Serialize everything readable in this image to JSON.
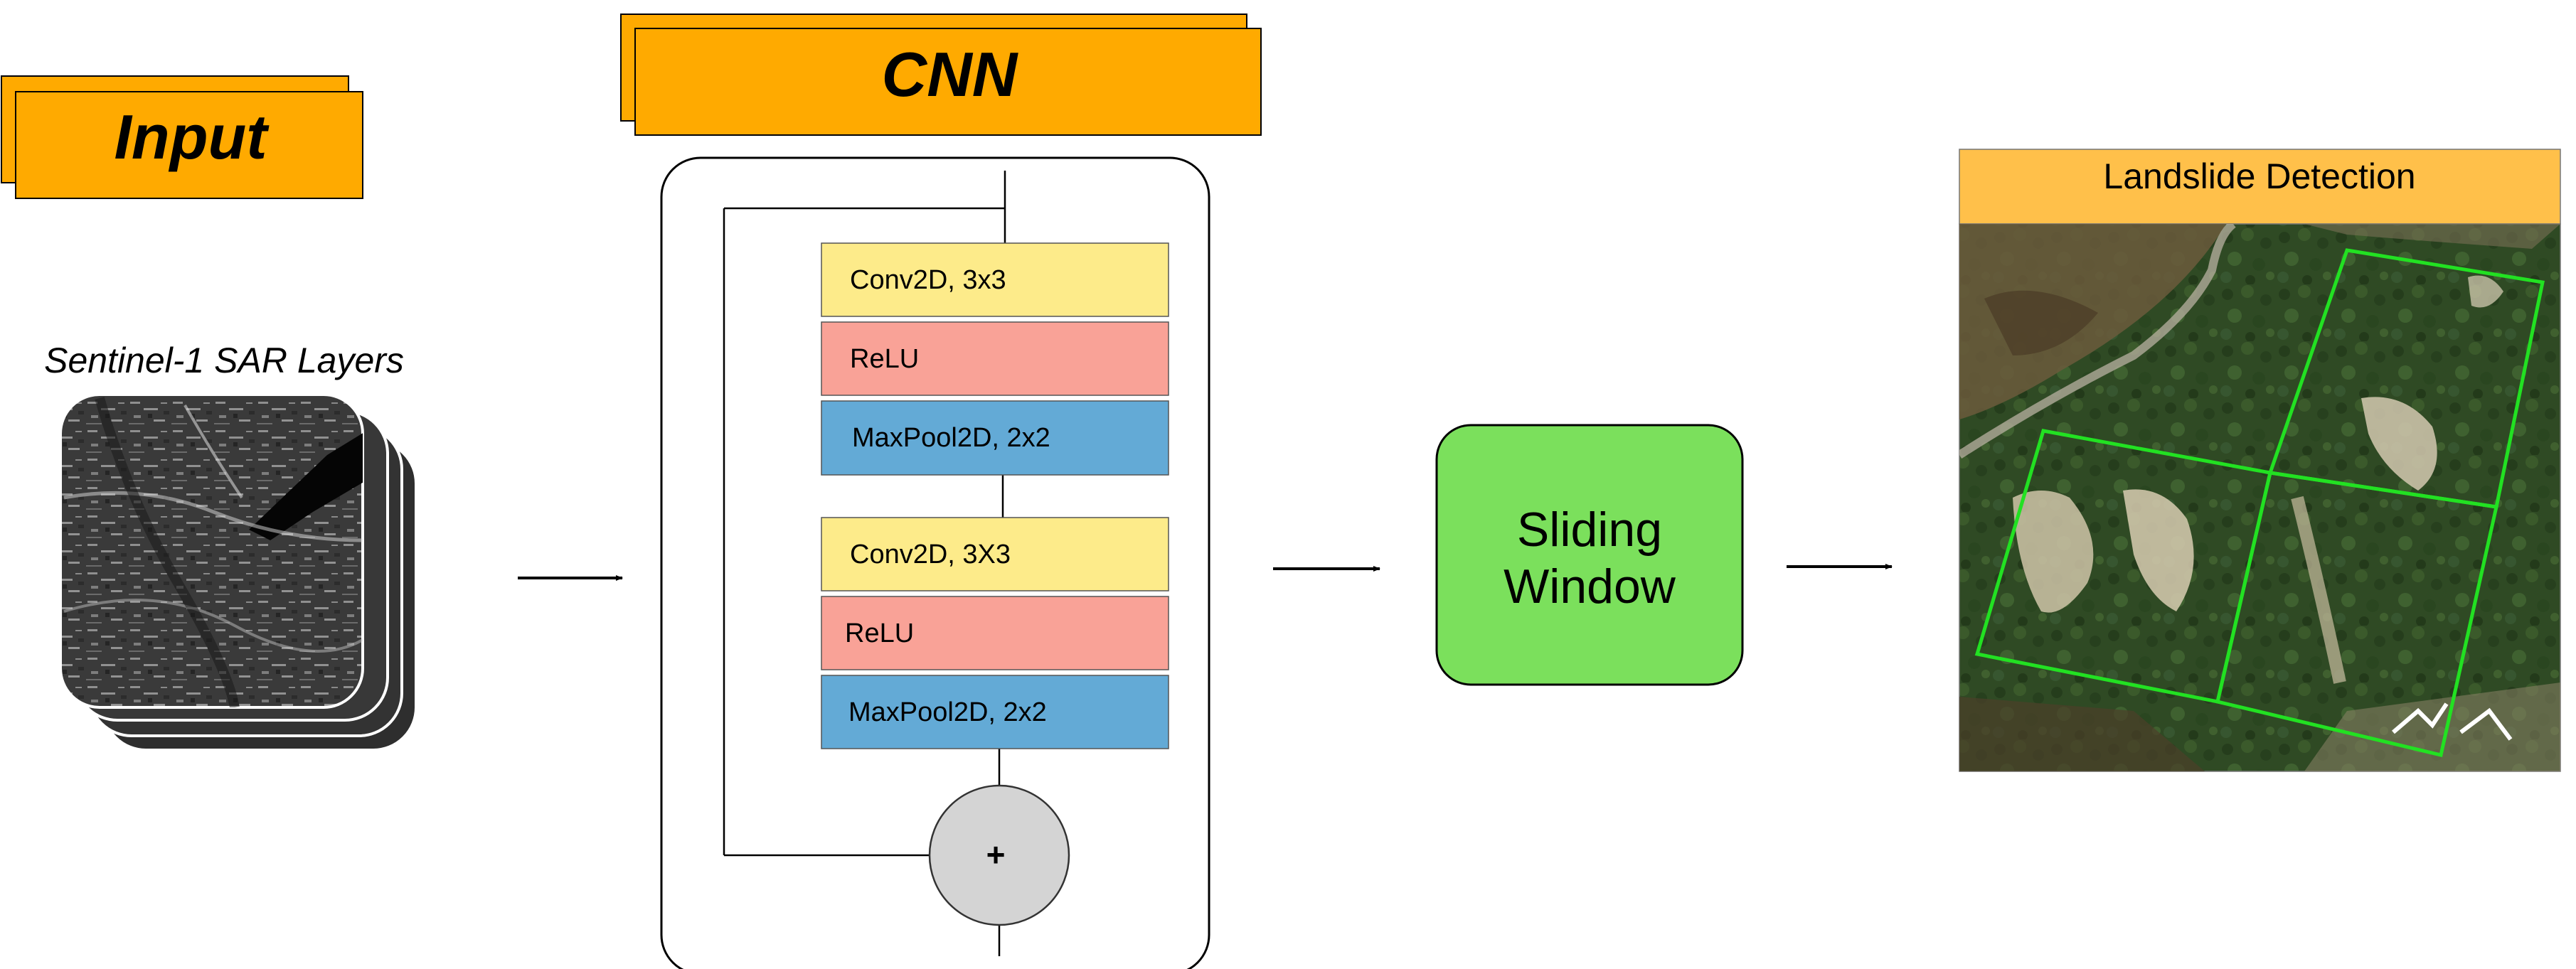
{
  "input": {
    "title": "Input",
    "caption": "Sentinel-1 SAR Layers"
  },
  "cnn": {
    "title": "CNN",
    "block1": {
      "conv": "Conv2D, 3x3",
      "relu": "ReLU",
      "pool": "MaxPool2D, 2x2"
    },
    "block2": {
      "conv": "Conv2D, 3X3",
      "relu": "ReLU",
      "pool": "MaxPool2D, 2x2"
    },
    "add_symbol": "+"
  },
  "sliding_window": {
    "line1": "Sliding",
    "line2": "Window"
  },
  "output": {
    "title": "Landslide Detection"
  },
  "colors": {
    "orange_header": "#FFAA00",
    "conv_yellow": "#FDEB8A",
    "relu_salmon": "#F9A297",
    "pool_blue": "#63AAD6",
    "sliding_green": "#7BE05C",
    "detect_header": "#FFC04A",
    "detect_box": "#22E122",
    "add_circle": "#D4D4D4"
  }
}
